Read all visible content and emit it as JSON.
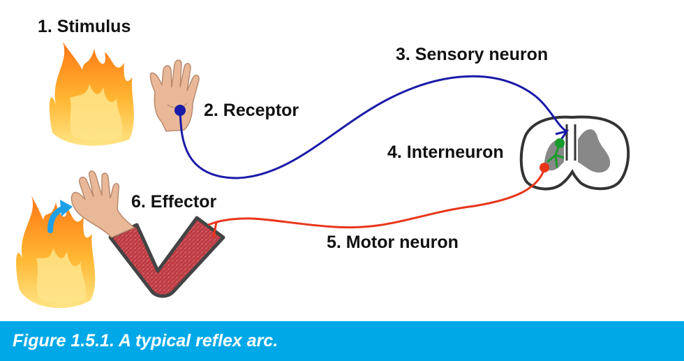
{
  "labels": {
    "stimulus": "1. Stimulus",
    "receptor": "2. Receptor",
    "sensory_neuron": "3. Sensory neuron",
    "interneuron": "4. Interneuron",
    "motor_neuron": "5. Motor neuron",
    "effector": "6. Effector"
  },
  "caption": "Figure 1.5.1. A typical reflex arc.",
  "colors": {
    "sensory": "#1a1aa8",
    "motor": "#e8351a",
    "interneuron": "#1a9a2a",
    "caption_bg": "#00a8e8",
    "arrow": "#1ea0e6",
    "sleeve": "#c8464e",
    "skin": "#e8b898",
    "flame_outer": "#ff8c00",
    "flame_inner": "#ffd23a"
  }
}
